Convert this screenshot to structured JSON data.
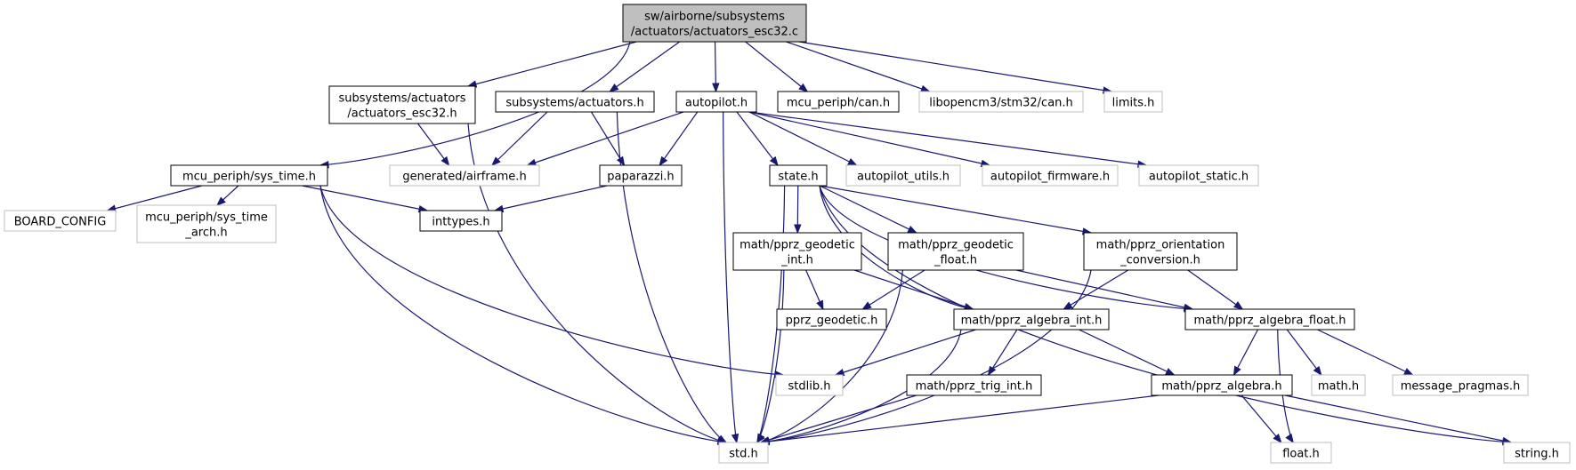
{
  "graph": {
    "colors": {
      "edge": "#191970",
      "root_fill": "#bfbfbf",
      "node_fill": "#ffffff",
      "documented_border": "#000000",
      "undocumented_border": "#bfbfbf",
      "text": "#000000"
    },
    "nodes": [
      {
        "id": "root",
        "lines": [
          "sw/airborne/subsystems",
          "/actuators/actuators_esc32.c"
        ],
        "style": "root"
      },
      {
        "id": "actuators_esc32_h",
        "lines": [
          "subsystems/actuators",
          "/actuators_esc32.h"
        ],
        "style": "doc"
      },
      {
        "id": "actuators_h",
        "lines": [
          "subsystems/actuators.h"
        ],
        "style": "doc"
      },
      {
        "id": "autopilot_h",
        "lines": [
          "autopilot.h"
        ],
        "style": "doc"
      },
      {
        "id": "can_h",
        "lines": [
          "mcu_periph/can.h"
        ],
        "style": "doc"
      },
      {
        "id": "libopencm3_can_h",
        "lines": [
          "libopencm3/stm32/can.h"
        ],
        "style": "ext"
      },
      {
        "id": "limits_h",
        "lines": [
          "limits.h"
        ],
        "style": "ext"
      },
      {
        "id": "sys_time_h",
        "lines": [
          "mcu_periph/sys_time.h"
        ],
        "style": "doc"
      },
      {
        "id": "airframe_h",
        "lines": [
          "generated/airframe.h"
        ],
        "style": "ext"
      },
      {
        "id": "paparazzi_h",
        "lines": [
          "paparazzi.h"
        ],
        "style": "doc"
      },
      {
        "id": "state_h",
        "lines": [
          "state.h"
        ],
        "style": "doc"
      },
      {
        "id": "autopilot_utils_h",
        "lines": [
          "autopilot_utils.h"
        ],
        "style": "ext"
      },
      {
        "id": "autopilot_firmware_h",
        "lines": [
          "autopilot_firmware.h"
        ],
        "style": "ext"
      },
      {
        "id": "autopilot_static_h",
        "lines": [
          "autopilot_static.h"
        ],
        "style": "ext"
      },
      {
        "id": "board_config",
        "lines": [
          "BOARD_CONFIG"
        ],
        "style": "ext"
      },
      {
        "id": "sys_time_arch_h",
        "lines": [
          "mcu_periph/sys_time",
          "_arch.h"
        ],
        "style": "ext"
      },
      {
        "id": "inttypes_h",
        "lines": [
          "inttypes.h"
        ],
        "style": "doc"
      },
      {
        "id": "geodetic_int_h",
        "lines": [
          "math/pprz_geodetic",
          "_int.h"
        ],
        "style": "doc"
      },
      {
        "id": "geodetic_float_h",
        "lines": [
          "math/pprz_geodetic",
          "_float.h"
        ],
        "style": "doc"
      },
      {
        "id": "orientation_h",
        "lines": [
          "math/pprz_orientation",
          "_conversion.h"
        ],
        "style": "doc"
      },
      {
        "id": "pprz_geodetic_h",
        "lines": [
          "pprz_geodetic.h"
        ],
        "style": "doc"
      },
      {
        "id": "algebra_int_h",
        "lines": [
          "math/pprz_algebra_int.h"
        ],
        "style": "doc"
      },
      {
        "id": "algebra_float_h",
        "lines": [
          "math/pprz_algebra_float.h"
        ],
        "style": "doc"
      },
      {
        "id": "stdlib_h",
        "lines": [
          "stdlib.h"
        ],
        "style": "ext"
      },
      {
        "id": "trig_int_h",
        "lines": [
          "math/pprz_trig_int.h"
        ],
        "style": "doc"
      },
      {
        "id": "algebra_h",
        "lines": [
          "math/pprz_algebra.h"
        ],
        "style": "doc"
      },
      {
        "id": "math_h",
        "lines": [
          "math.h"
        ],
        "style": "ext"
      },
      {
        "id": "message_pragmas_h",
        "lines": [
          "message_pragmas.h"
        ],
        "style": "ext"
      },
      {
        "id": "std_h",
        "lines": [
          "std.h"
        ],
        "style": "ext"
      },
      {
        "id": "float_h",
        "lines": [
          "float.h"
        ],
        "style": "ext"
      },
      {
        "id": "string_h",
        "lines": [
          "string.h"
        ],
        "style": "ext"
      }
    ],
    "edges": [
      [
        "root",
        "sys_time_h"
      ],
      [
        "root",
        "actuators_esc32_h"
      ],
      [
        "root",
        "actuators_h"
      ],
      [
        "root",
        "autopilot_h"
      ],
      [
        "root",
        "can_h"
      ],
      [
        "root",
        "libopencm3_can_h"
      ],
      [
        "root",
        "limits_h"
      ],
      [
        "actuators_esc32_h",
        "airframe_h"
      ],
      [
        "actuators_esc32_h",
        "std_h"
      ],
      [
        "actuators_h",
        "airframe_h"
      ],
      [
        "actuators_h",
        "paparazzi_h"
      ],
      [
        "actuators_h",
        "std_h"
      ],
      [
        "autopilot_h",
        "airframe_h"
      ],
      [
        "autopilot_h",
        "paparazzi_h"
      ],
      [
        "autopilot_h",
        "std_h"
      ],
      [
        "autopilot_h",
        "state_h"
      ],
      [
        "autopilot_h",
        "autopilot_utils_h"
      ],
      [
        "autopilot_h",
        "autopilot_firmware_h"
      ],
      [
        "autopilot_h",
        "autopilot_static_h"
      ],
      [
        "sys_time_h",
        "board_config"
      ],
      [
        "sys_time_h",
        "sys_time_arch_h"
      ],
      [
        "sys_time_h",
        "inttypes_h"
      ],
      [
        "sys_time_h",
        "stdlib_h"
      ],
      [
        "sys_time_h",
        "std_h"
      ],
      [
        "paparazzi_h",
        "inttypes_h"
      ],
      [
        "state_h",
        "std_h"
      ],
      [
        "state_h",
        "geodetic_int_h"
      ],
      [
        "state_h",
        "geodetic_float_h"
      ],
      [
        "state_h",
        "orientation_h"
      ],
      [
        "state_h",
        "algebra_int_h"
      ],
      [
        "state_h",
        "algebra_float_h"
      ],
      [
        "state_h",
        "string_h"
      ],
      [
        "geodetic_int_h",
        "std_h"
      ],
      [
        "geodetic_int_h",
        "pprz_geodetic_h"
      ],
      [
        "geodetic_int_h",
        "algebra_int_h"
      ],
      [
        "geodetic_float_h",
        "pprz_geodetic_h"
      ],
      [
        "geodetic_float_h",
        "std_h"
      ],
      [
        "geodetic_float_h",
        "algebra_float_h"
      ],
      [
        "orientation_h",
        "algebra_int_h"
      ],
      [
        "orientation_h",
        "algebra_float_h"
      ],
      [
        "orientation_h",
        "std_h"
      ],
      [
        "algebra_int_h",
        "stdlib_h"
      ],
      [
        "algebra_int_h",
        "trig_int_h"
      ],
      [
        "algebra_int_h",
        "algebra_h"
      ],
      [
        "algebra_int_h",
        "std_h"
      ],
      [
        "algebra_float_h",
        "algebra_h"
      ],
      [
        "algebra_float_h",
        "math_h"
      ],
      [
        "algebra_float_h",
        "message_pragmas_h"
      ],
      [
        "algebra_float_h",
        "float_h"
      ],
      [
        "trig_int_h",
        "std_h"
      ],
      [
        "algebra_h",
        "std_h"
      ],
      [
        "algebra_h",
        "float_h"
      ],
      [
        "algebra_h",
        "string_h"
      ]
    ]
  }
}
